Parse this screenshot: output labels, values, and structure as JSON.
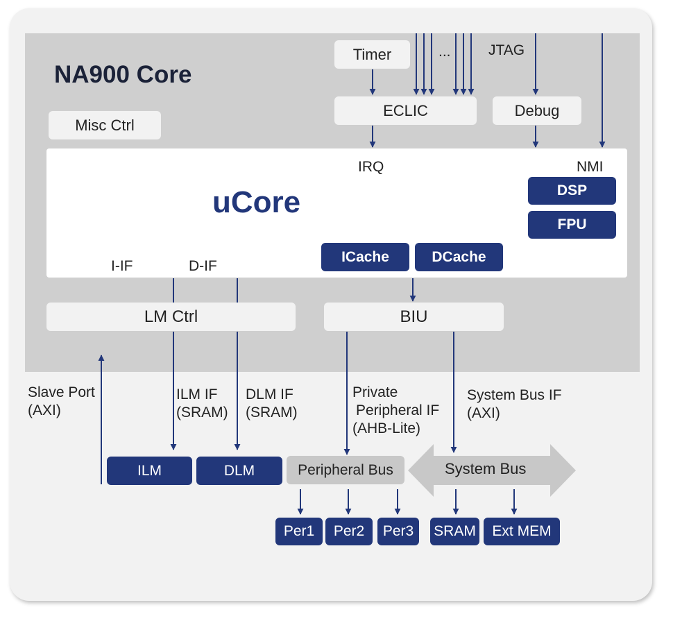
{
  "title": "NA900 Core",
  "blocks": {
    "timer": "Timer",
    "ellipsis": "...",
    "jtag": "JTAG",
    "eclic": "ECLIC",
    "debug": "Debug",
    "misc_ctrl": "Misc Ctrl",
    "ucore": "uCore",
    "irq": "IRQ",
    "nmi": "NMI",
    "dsp": "DSP",
    "fpu": "FPU",
    "icache": "ICache",
    "dcache": "DCache",
    "i_if": "I-IF",
    "d_if": "D-IF",
    "lm_ctrl": "LM Ctrl",
    "biu": "BIU",
    "ilm": "ILM",
    "dlm": "DLM",
    "peripheral_bus": "Peripheral Bus",
    "system_bus": "System Bus",
    "per1": "Per1",
    "per2": "Per2",
    "per3": "Per3",
    "sram": "SRAM",
    "ext_mem": "Ext MEM"
  },
  "labels": {
    "slave_port": [
      "Slave Port",
      "(AXI)"
    ],
    "ilm_if": [
      "ILM IF",
      "(SRAM)"
    ],
    "dlm_if": [
      "DLM IF",
      "(SRAM)"
    ],
    "private_periph": [
      "Private",
      "Peripheral IF",
      "(AHB-Lite)"
    ],
    "system_bus_if": [
      "System Bus IF",
      "(AXI)"
    ]
  },
  "colors": {
    "frame": "#f2f2f2",
    "core_bg": "#cfcfcf",
    "dark_block": "#22377a",
    "wire": "#22377a",
    "bus_arrow": "#c8c8c8"
  }
}
